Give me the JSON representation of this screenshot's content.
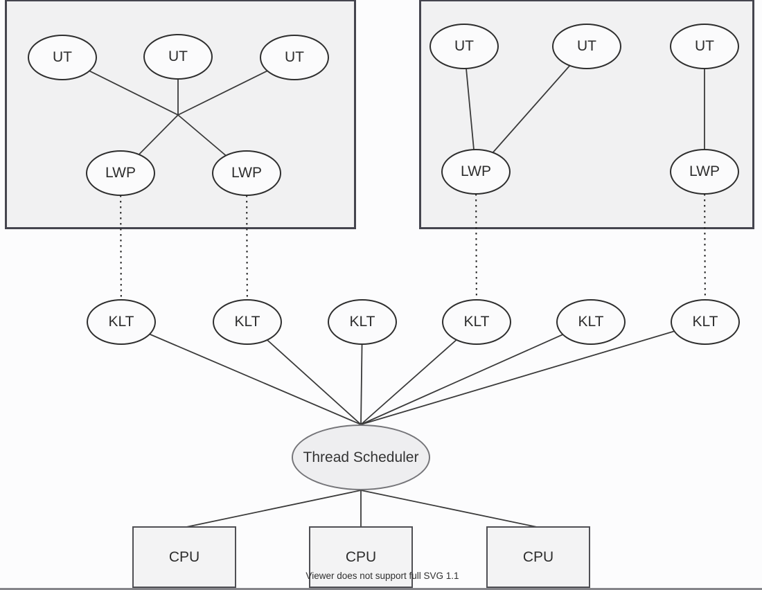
{
  "structure": {
    "process_1": {
      "user_threads": [
        "UT",
        "UT",
        "UT"
      ],
      "lwps": [
        "LWP",
        "LWP"
      ],
      "mapping": "3 user threads multiplexed onto 2 LWPs (many-to-many, crossed at a hub point)"
    },
    "process_2": {
      "user_threads": [
        "UT",
        "UT",
        "UT"
      ],
      "lwps": [
        "LWP",
        "LWP"
      ],
      "mapping": "UT1 and UT2 attach to LWP1; UT3 attaches to LWP2 (one-to-one)"
    },
    "kernel_threads": [
      "KLT",
      "KLT",
      "KLT",
      "KLT",
      "KLT",
      "KLT"
    ],
    "scheduler": "Thread Scheduler",
    "cpus": [
      "CPU",
      "CPU",
      "CPU"
    ],
    "connections": {
      "lwp_to_klt": "each LWP binds to one KLT via a dashed vertical line (KLT 1, 2, 4, 6)",
      "klt_to_scheduler": "all 6 KLTs connect with solid lines converging at the top of the Thread Scheduler ellipse",
      "scheduler_to_cpu": "Thread Scheduler fans out with solid lines to the 3 CPU boxes"
    }
  },
  "footer": "Viewer does not support full SVG 1.1",
  "colors": {
    "background": "#fcfcfd",
    "process_box_fill": "#f1f1f2",
    "process_box_border": "#45454e",
    "node_fill": "#fbfbfc",
    "node_border": "#2e2e2e",
    "scheduler_fill": "#eeeef0",
    "edge": "#3a3a3a"
  }
}
